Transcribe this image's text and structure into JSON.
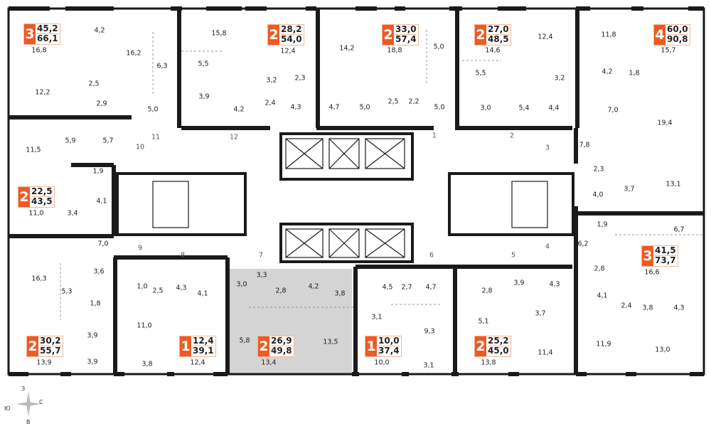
{
  "colors": {
    "accent": "#ee5a24",
    "wall": "#1a1a1a",
    "selected_fill": "#d4d4d4"
  },
  "apartments": [
    {
      "rooms": "3",
      "living": "45,2",
      "total": "66,1"
    },
    {
      "rooms": "2",
      "living": "28,2",
      "total": "54,0"
    },
    {
      "rooms": "2",
      "living": "33,0",
      "total": "57,4"
    },
    {
      "rooms": "2",
      "living": "27,0",
      "total": "48,5"
    },
    {
      "rooms": "4",
      "living": "60,0",
      "total": "90,8"
    },
    {
      "rooms": "2",
      "living": "22,5",
      "total": "43,5"
    },
    {
      "rooms": "3",
      "living": "41,5",
      "total": "73,7"
    },
    {
      "rooms": "2",
      "living": "30,2",
      "total": "55,7"
    },
    {
      "rooms": "1",
      "living": "12,4",
      "total": "39,1"
    },
    {
      "rooms": "2",
      "living": "26,9",
      "total": "49,8"
    },
    {
      "rooms": "1",
      "living": "10,0",
      "total": "37,4"
    },
    {
      "rooms": "2",
      "living": "25,2",
      "total": "45,0"
    }
  ],
  "room_areas": [
    "4,2",
    "16,8",
    "15,8",
    "16,2",
    "6,3",
    "5,5",
    "12,4",
    "14,2",
    "18,8",
    "5,0",
    "14,6",
    "12,4",
    "11,8",
    "15,7",
    "12,2",
    "2,5",
    "2,9",
    "5,0",
    "3,9",
    "4,2",
    "3,2",
    "2,3",
    "2,4",
    "4,3",
    "4,7",
    "5,0",
    "2,5",
    "2,2",
    "5,0",
    "5,5",
    "3,0",
    "5,4",
    "4,4",
    "3,2",
    "4,2",
    "1,8",
    "7,0",
    "19,4",
    "5,9",
    "5,7",
    "11,5",
    "1,9",
    "4,1",
    "11,0",
    "3,4",
    "7,8",
    "2,3",
    "4,0",
    "3,7",
    "13,1",
    "1,9",
    "6,7",
    "6,2",
    "16,6",
    "2,8",
    "7,0",
    "16,3",
    "3,6",
    "5,3",
    "1,0",
    "2,5",
    "1,8",
    "11,0",
    "4,1",
    "4,3",
    "3,0",
    "3,3",
    "2,8",
    "4,2",
    "3,8",
    "3,9",
    "13,9",
    "3,9",
    "3,8",
    "12,4",
    "5,8",
    "13,4",
    "13,5",
    "4,5",
    "2,7",
    "4,7",
    "2,8",
    "3,9",
    "4,3",
    "3,1",
    "9,3",
    "5,1",
    "3,7",
    "4,1",
    "2,4",
    "3,8",
    "4,3",
    "10,0",
    "3,1",
    "13,8",
    "11,4",
    "11,9",
    "13,0"
  ],
  "entrances": [
    "1",
    "2",
    "3",
    "4",
    "5",
    "6",
    "7",
    "8",
    "9",
    "10",
    "11",
    "12"
  ],
  "compass": {
    "north": "С",
    "south": "Ю",
    "west": "З",
    "east": "В"
  }
}
